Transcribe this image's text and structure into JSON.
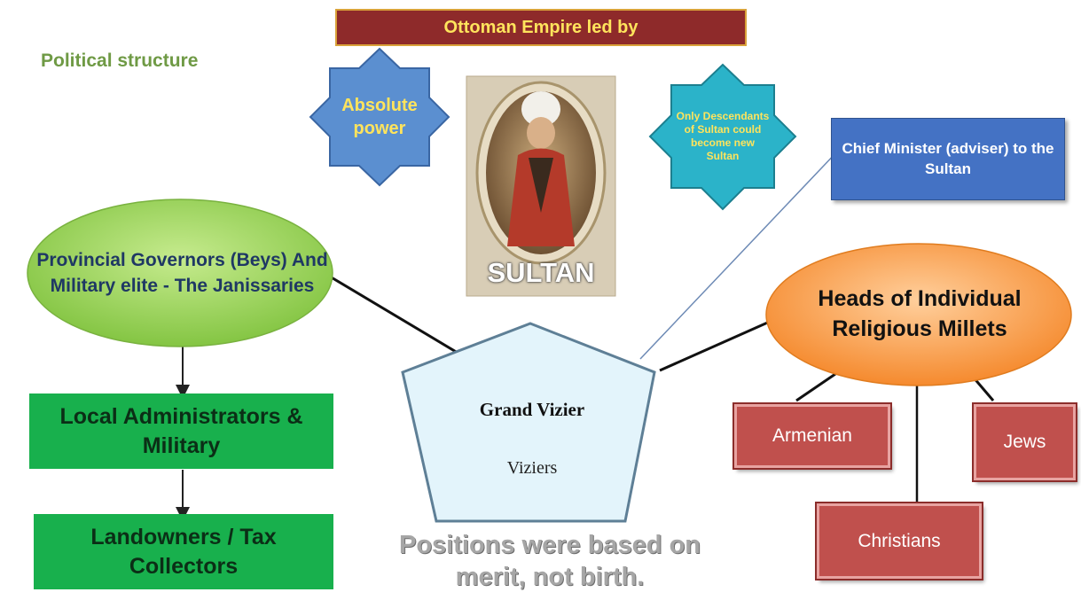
{
  "banner": {
    "text": "Ottoman Empire led by"
  },
  "subtitle": {
    "text": "Political structure"
  },
  "left_star": {
    "text": "Absolute power"
  },
  "right_star": {
    "text": "Only Descendants of Sultan could become new Sultan"
  },
  "portrait": {
    "label": "SULTAN"
  },
  "chief_minister": {
    "text": "Chief Minister (adviser) to the Sultan"
  },
  "governors": {
    "text": "Provincial Governors (Beys) And Military elite - The Janissaries"
  },
  "local_admin": {
    "text": "Local Administrators & Military"
  },
  "landowners": {
    "text": "Landowners / Tax Collectors"
  },
  "grand_vizier": {
    "title": "Grand Vizier",
    "sub": "Viziers"
  },
  "millets": {
    "heading": "Heads of  Individual Religious Millets",
    "items": [
      "Armenian",
      "Jews",
      "Christians"
    ]
  },
  "note": {
    "text": "Positions were based on merit, not birth."
  },
  "colors": {
    "banner": "#8e2a2a",
    "banner_text": "#ffe45c",
    "star": "#4f81bd",
    "star_alt": "#2bb3c9",
    "chief_box": "#4472c4",
    "governors_ellipse": "#92d050",
    "green_box": "#18b04d",
    "millets_ellipse": "#f79646",
    "red_box": "#c0504d",
    "pentagon": "#e3f4fb"
  }
}
